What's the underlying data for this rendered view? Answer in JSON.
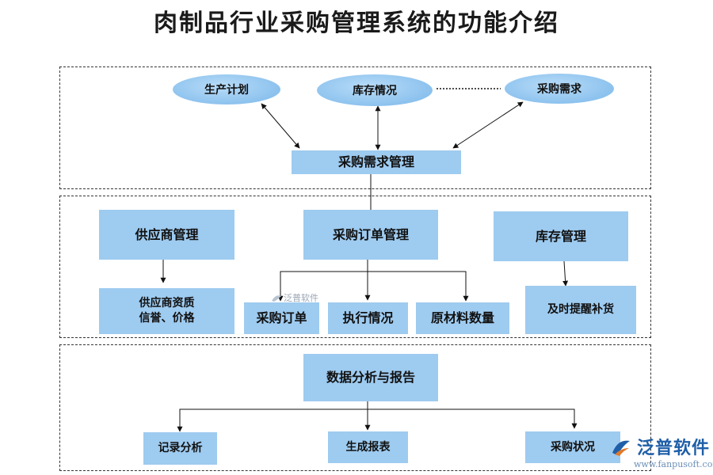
{
  "title": "肉制品行业采购管理系统的功能介绍",
  "section1": {
    "ellipses": [
      "生产计划",
      "库存情况",
      "采购需求"
    ],
    "center": "采购需求管理"
  },
  "section2": {
    "supplier": {
      "title": "供应商管理",
      "child_line1": "供应商资质",
      "child_line2": "信誉、价格"
    },
    "order": {
      "title": "采购订单管理",
      "children": [
        "采购订单",
        "执行情况",
        "原材料数量"
      ]
    },
    "inventory": {
      "title": "库存管理",
      "child": "及时提醒补货"
    }
  },
  "section3": {
    "center": "数据分析与报告",
    "children": [
      "记录分析",
      "生成报表",
      "采购状况"
    ]
  },
  "watermark": "泛普软件",
  "logo": {
    "name": "泛普软件",
    "url": "www.fanpusoft.com"
  },
  "colors": {
    "box_fill": "#9ecbf0",
    "ellipse_fill": "#8cc2ee",
    "logo": "#1f5fa8"
  }
}
